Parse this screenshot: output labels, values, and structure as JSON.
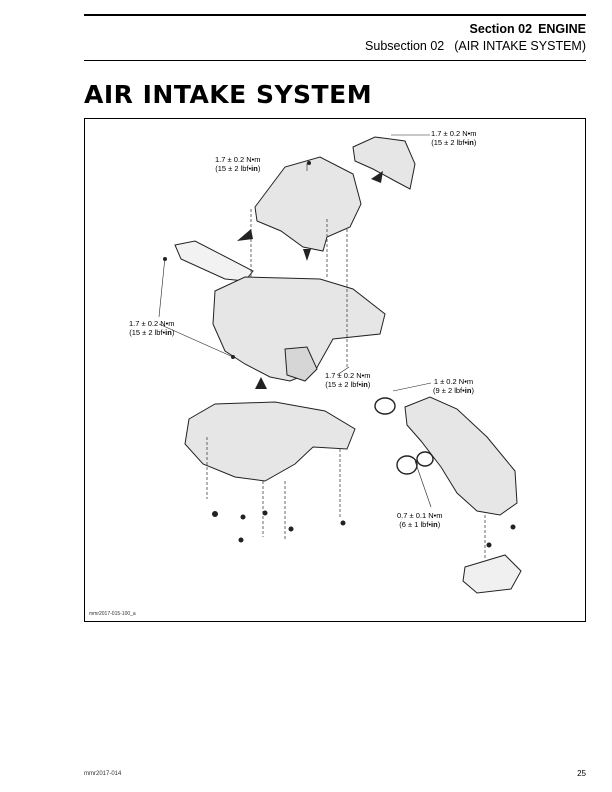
{
  "header": {
    "section_number": "Section 02",
    "section_name": "ENGINE",
    "subsection_number": "Subsection 02",
    "subsection_name": "(AIR INTAKE SYSTEM)"
  },
  "title": "AIR INTAKE SYSTEM",
  "figure": {
    "id": "mmr2017-015-100_a",
    "torque_labels": [
      {
        "nm": "1.7 ± 0.2 N•m",
        "imp_prefix": "(15 ± 2 lbf•",
        "imp_unit": "in",
        "imp_suffix": ")"
      },
      {
        "nm": "1.7 ± 0.2 N•m",
        "imp_prefix": "(15 ± 2 lbf•",
        "imp_unit": "in",
        "imp_suffix": ")"
      },
      {
        "nm": "1.7 ± 0.2 N•m",
        "imp_prefix": "(15 ± 2 lbf•",
        "imp_unit": "in",
        "imp_suffix": ")"
      },
      {
        "nm": "1.7 ± 0.2 N•m",
        "imp_prefix": "(15 ± 2 lbf•",
        "imp_unit": "in",
        "imp_suffix": ")"
      },
      {
        "nm": "1 ± 0.2 N•m",
        "imp_prefix": "(9 ± 2 lbf•",
        "imp_unit": "in",
        "imp_suffix": ")"
      },
      {
        "nm": "0.7 ± 0.1 N•m",
        "imp_prefix": "(6 ± 1 lbf•",
        "imp_unit": "in",
        "imp_suffix": ")"
      }
    ]
  },
  "footer": {
    "code": "mmr2017-014",
    "page": "25"
  }
}
